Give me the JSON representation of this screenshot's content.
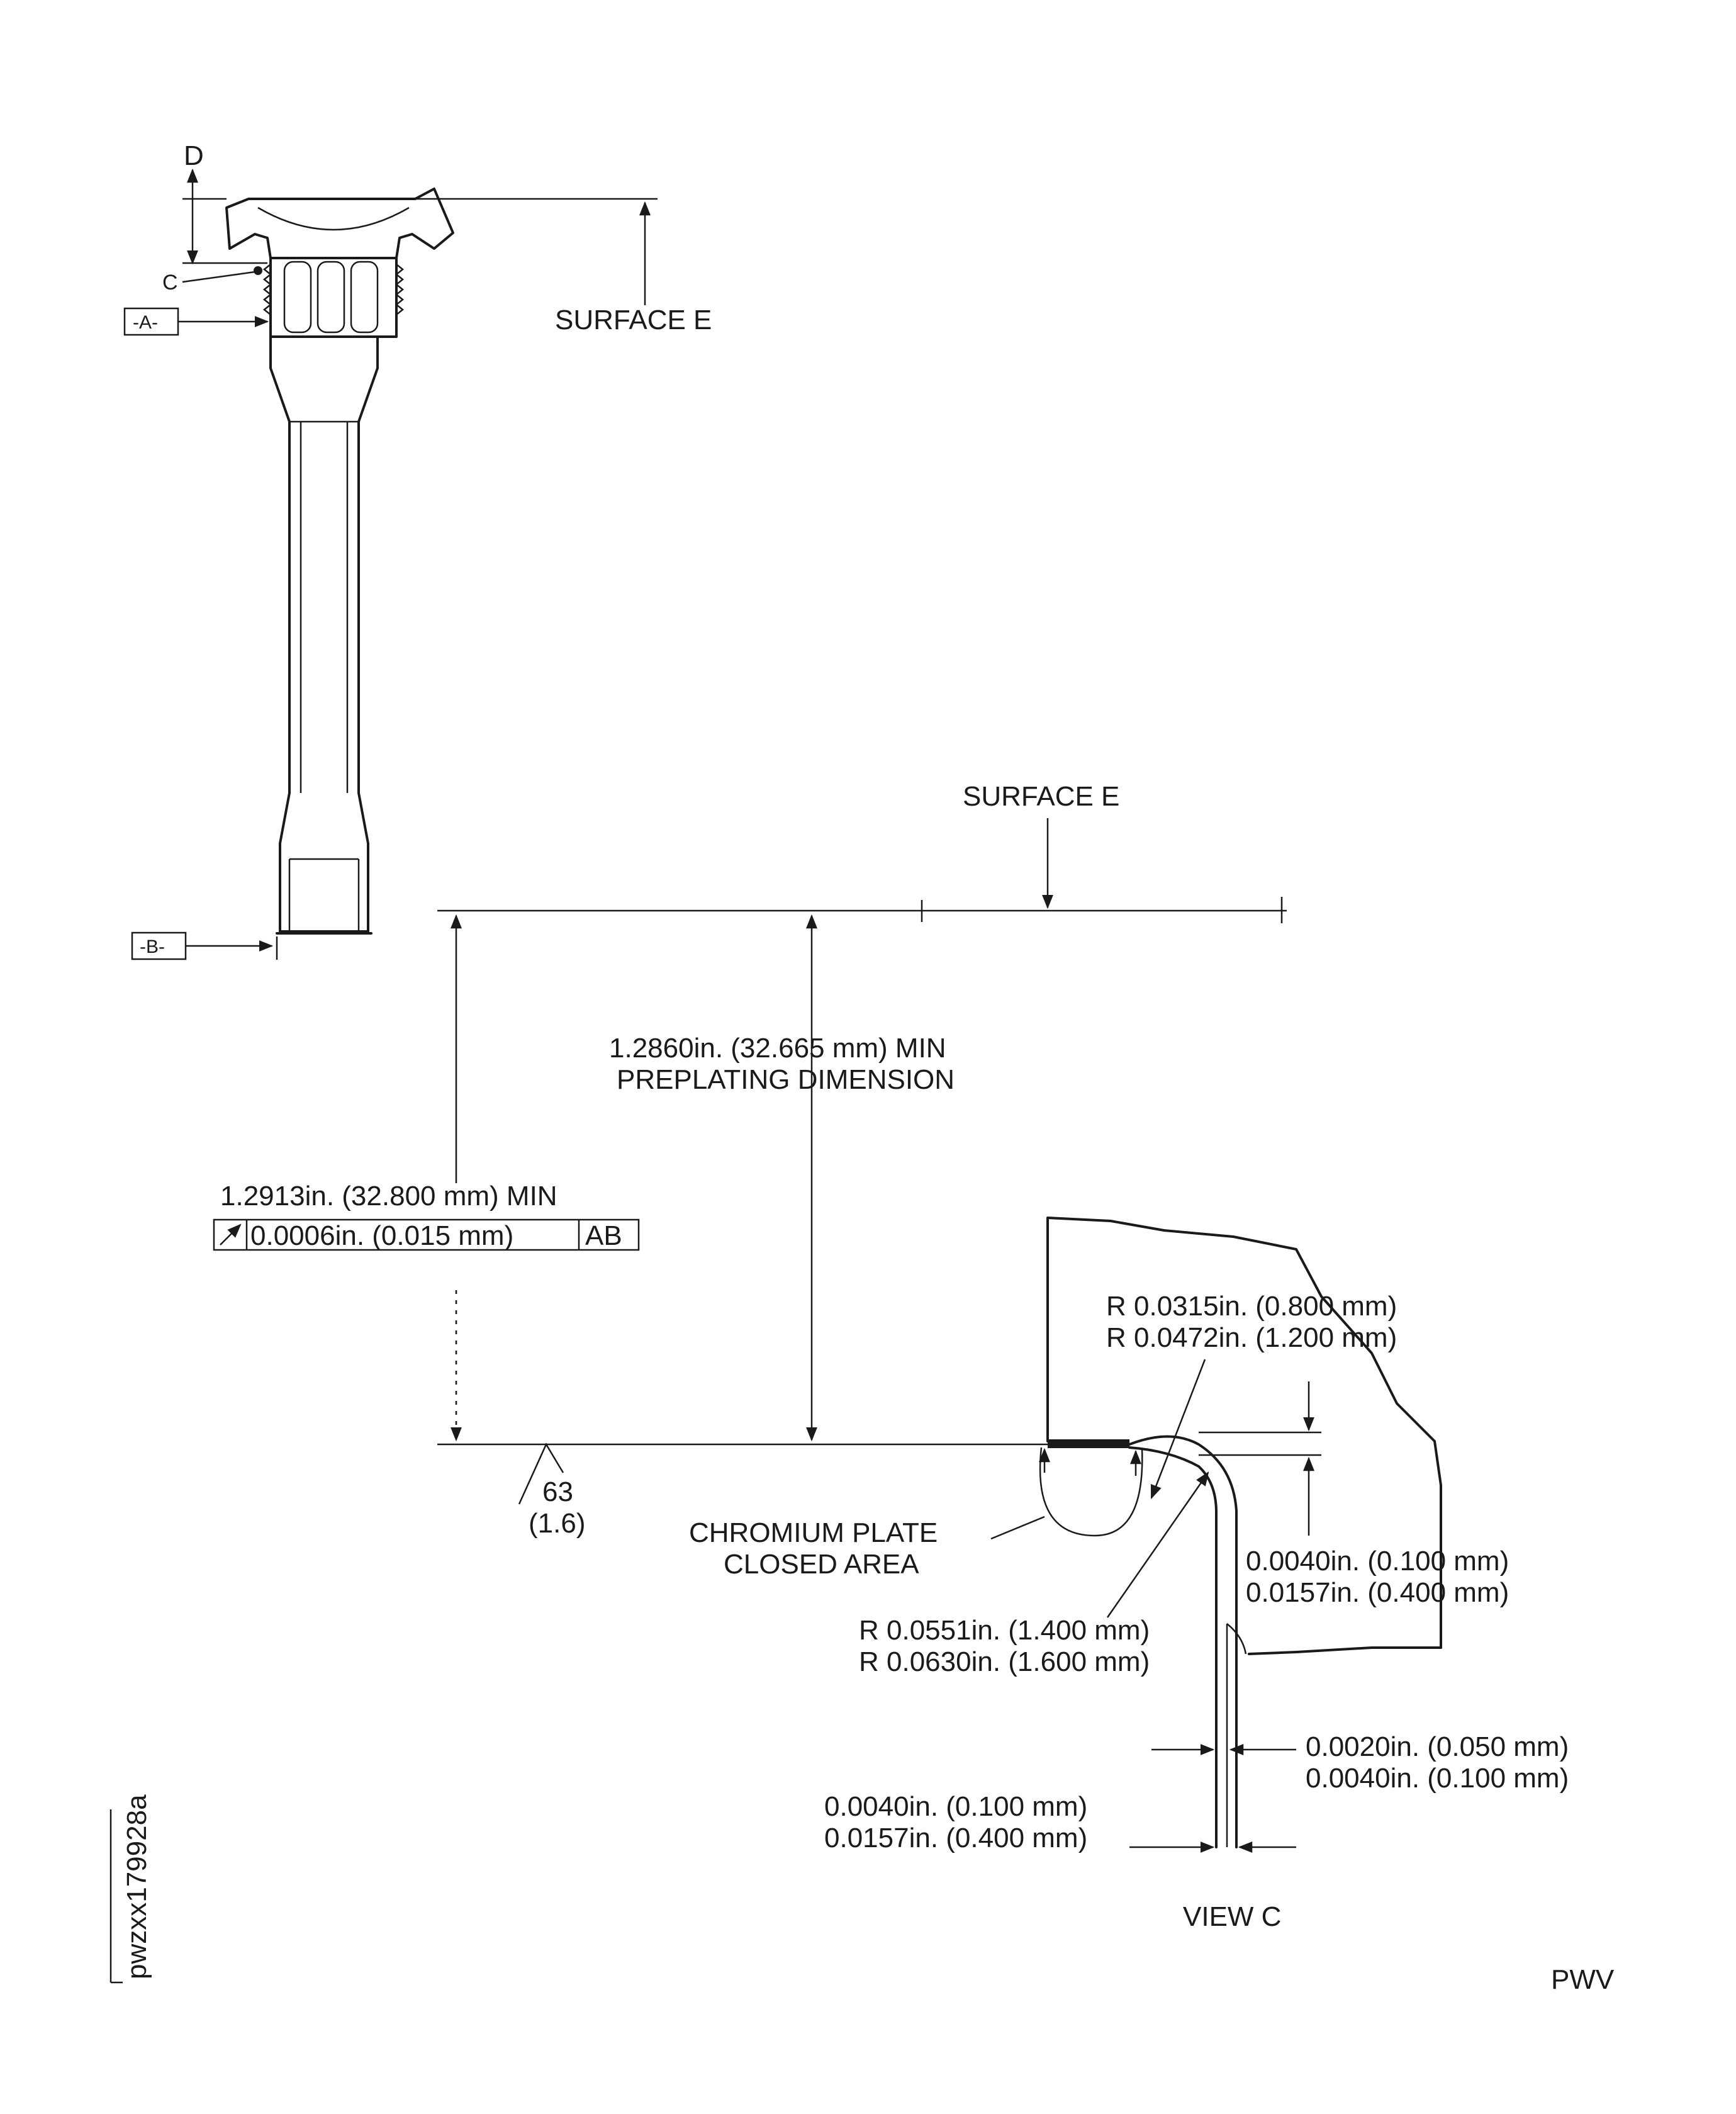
{
  "colors": {
    "ink": "#1a1a1a",
    "paper": "#ffffff"
  },
  "top_view": {
    "label_d": "D",
    "label_c": "C",
    "datum_a": "-A-",
    "datum_b": "-B-",
    "surface_e": "SURFACE E"
  },
  "view_c": {
    "surface_e": "SURFACE E",
    "preplating_line1": "1.2860in. (32.665 mm) MIN",
    "preplating_line2": "PREPLATING DIMENSION",
    "min_line": "1.2913in. (32.800 mm) MIN",
    "fcf_value": "0.0006in. (0.015 mm)",
    "fcf_datums": "AB",
    "finish_value": "63",
    "finish_metric": "(1.6)",
    "chromium_line1": "CHROMIUM PLATE",
    "chromium_line2": "CLOSED AREA",
    "r_outer_line1": "R 0.0315in. (0.800 mm)",
    "r_outer_line2": "R 0.0472in. (1.200 mm)",
    "plate_thk_line1": "0.0040in. (0.100 mm)",
    "plate_thk_line2": "0.0157in. (0.400 mm)",
    "r_inner_line1": "R 0.0551in. (1.400 mm)",
    "r_inner_line2": "R 0.0630in. (1.600 mm)",
    "wall_line1": "0.0020in. (0.050 mm)",
    "wall_line2": "0.0040in. (0.100 mm)",
    "side_line1": "0.0040in. (0.100 mm)",
    "side_line2": "0.0157in. (0.400 mm)",
    "title": "VIEW C"
  },
  "figure_id": "pwzxx179928a",
  "brand": "PWV"
}
